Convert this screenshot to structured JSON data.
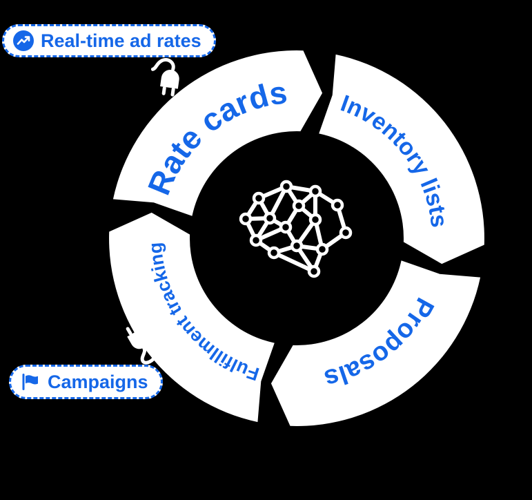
{
  "background_color": "#000000",
  "accent_color": "#1567e8",
  "diagram": {
    "type": "cycle",
    "center_icon": "brain-network",
    "segments": [
      {
        "label": "Rate cards"
      },
      {
        "label": "Inventory lists"
      },
      {
        "label": "Proposals"
      },
      {
        "label": "Fulfillment tracking"
      }
    ]
  },
  "badges": [
    {
      "label": "Real-time ad rates",
      "icon": "trending-up-circle"
    },
    {
      "label": "Campaigns",
      "icon": "flag"
    }
  ],
  "connectors": [
    {
      "icon": "power-plug"
    },
    {
      "icon": "power-plug"
    }
  ]
}
